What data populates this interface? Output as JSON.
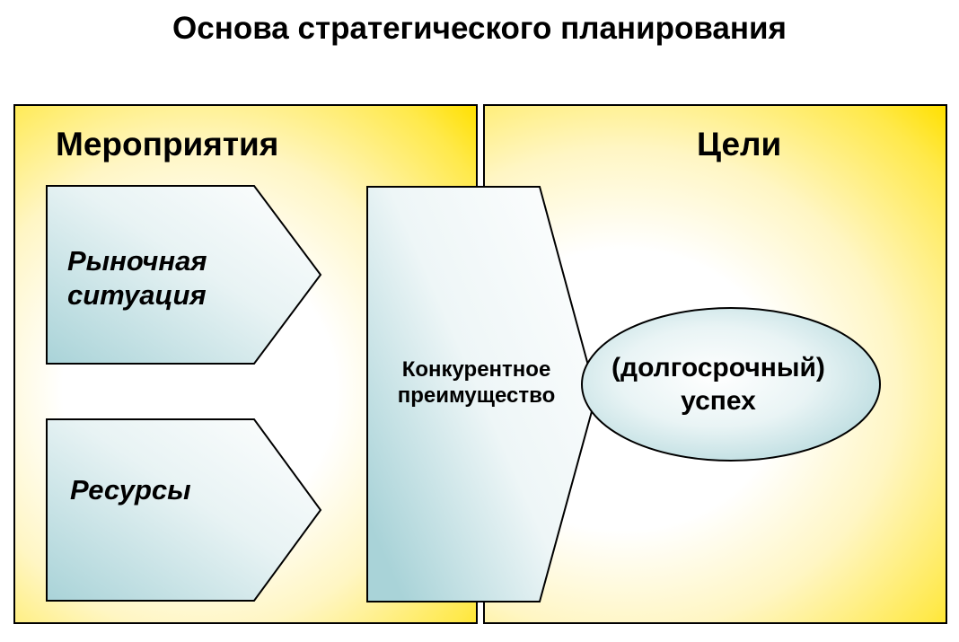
{
  "title": "Основа стратегического планирования",
  "panels": {
    "left_heading": "Мероприятия",
    "right_heading": "Цели"
  },
  "shapes": {
    "market_line1": "Рыночная",
    "market_line2": "ситуация",
    "resources": "Ресурсы",
    "advantage_line1": "Конкурентное",
    "advantage_line2": "преимущество",
    "success_line1": "(долгосрочный)",
    "success_line2": "успех"
  },
  "colors": {
    "panel_highlight": "#ffe000",
    "shape_fill_light": "#ffffff",
    "shape_fill_teal": "#a9d3d8"
  }
}
